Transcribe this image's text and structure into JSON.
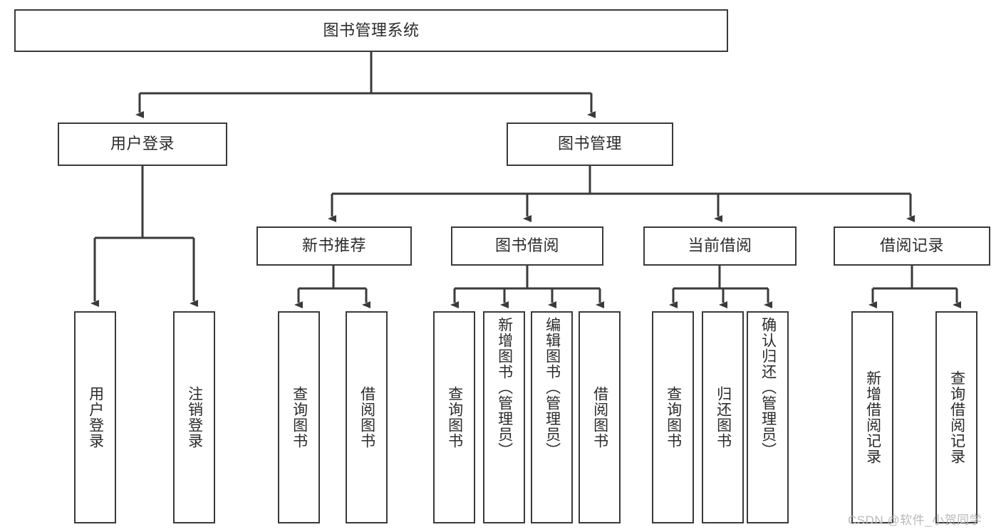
{
  "diagram": {
    "title": "图书管理系统",
    "type": "tree-structure-chart",
    "root": {
      "id": "root",
      "label": "图书管理系统"
    },
    "level1": [
      {
        "id": "user-login",
        "label": "用户登录"
      },
      {
        "id": "book-manage",
        "label": "图书管理"
      }
    ],
    "level2": [
      {
        "id": "new-book-recommend",
        "label": "新书推荐",
        "parent": "book-manage"
      },
      {
        "id": "book-borrow",
        "label": "图书借阅",
        "parent": "book-manage"
      },
      {
        "id": "current-borrow",
        "label": "当前借阅",
        "parent": "book-manage"
      },
      {
        "id": "borrow-record",
        "label": "借阅记录",
        "parent": "book-manage"
      }
    ],
    "leaves": {
      "user_login": [
        {
          "id": "leaf-user-login",
          "label": "用户登录"
        },
        {
          "id": "leaf-logout-login",
          "label": "注销登录"
        }
      ],
      "new_book_recommend": [
        {
          "id": "leaf-query-book-1",
          "label": "查询图书"
        },
        {
          "id": "leaf-borrow-book-1",
          "label": "借阅图书"
        }
      ],
      "book_borrow": [
        {
          "id": "leaf-query-book-2",
          "label": "查询图书"
        },
        {
          "id": "leaf-add-book",
          "label": "新增图书（管理员）"
        },
        {
          "id": "leaf-edit-book",
          "label": "编辑图书（管理员）"
        },
        {
          "id": "leaf-borrow-book-2",
          "label": "借阅图书"
        }
      ],
      "current_borrow": [
        {
          "id": "leaf-query-book-3",
          "label": "查询图书"
        },
        {
          "id": "leaf-return-book",
          "label": "归还图书"
        },
        {
          "id": "leaf-confirm-return",
          "label": "确认归还（管理员）"
        }
      ],
      "borrow_record": [
        {
          "id": "leaf-add-record",
          "label": "新增借阅记录"
        },
        {
          "id": "leaf-query-record",
          "label": "查询借阅记录"
        }
      ]
    }
  },
  "watermark": {
    "text": "CSDN @软件_小贺同学"
  },
  "colors": {
    "border": "#3a3a3a",
    "text": "#2b2b2b",
    "background": "#ffffff",
    "watermark": "#b9b9b9"
  }
}
